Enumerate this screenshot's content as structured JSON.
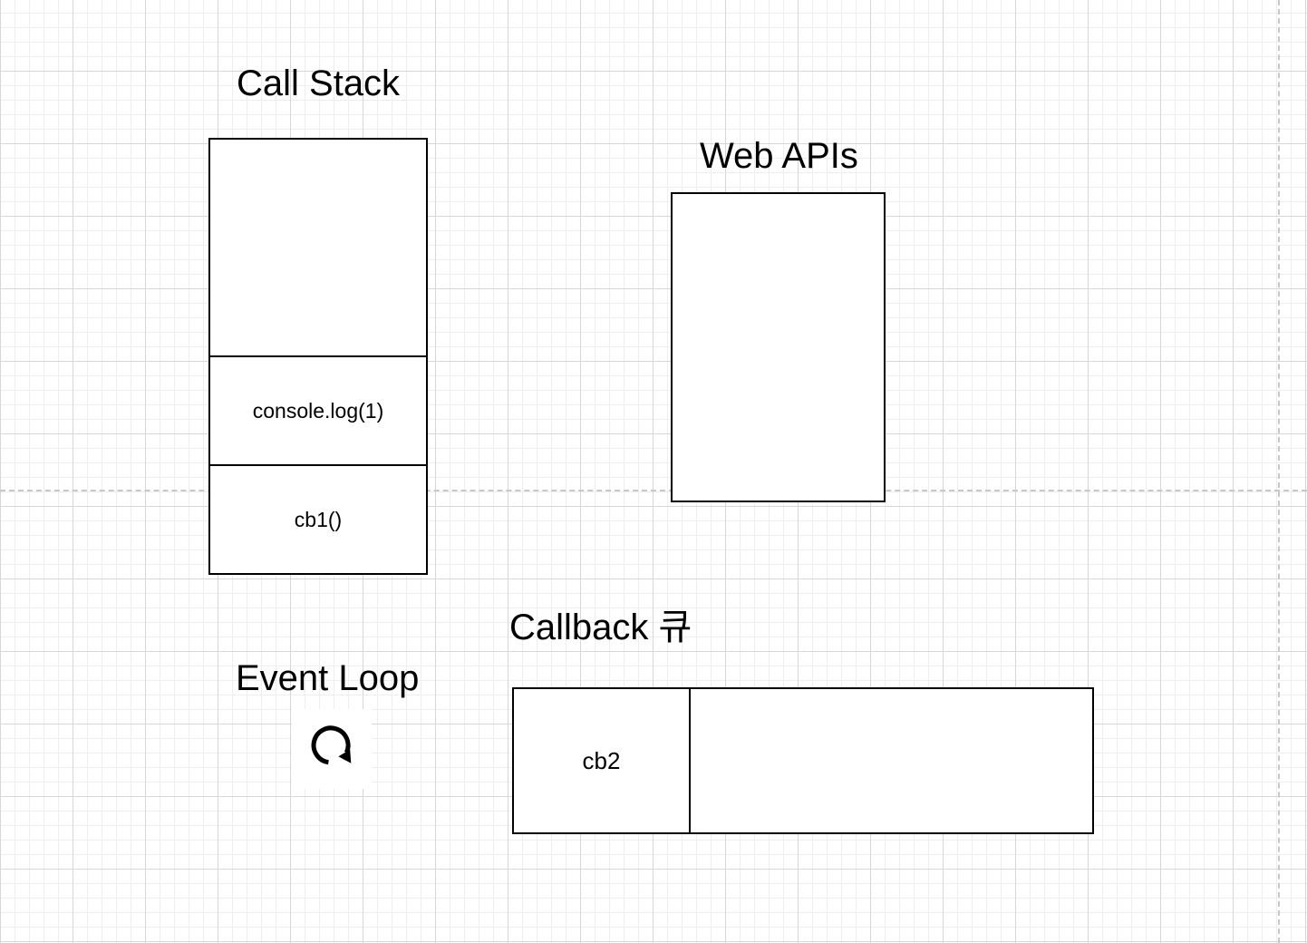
{
  "call_stack": {
    "title": "Call Stack",
    "frames": [
      "console.log(1)",
      "cb1()"
    ]
  },
  "web_apis": {
    "title": "Web APIs"
  },
  "event_loop": {
    "title": "Event Loop",
    "icon": "circular-arrow-icon"
  },
  "callback_queue": {
    "title": "Callback 큐",
    "items": [
      "cb2"
    ]
  }
}
